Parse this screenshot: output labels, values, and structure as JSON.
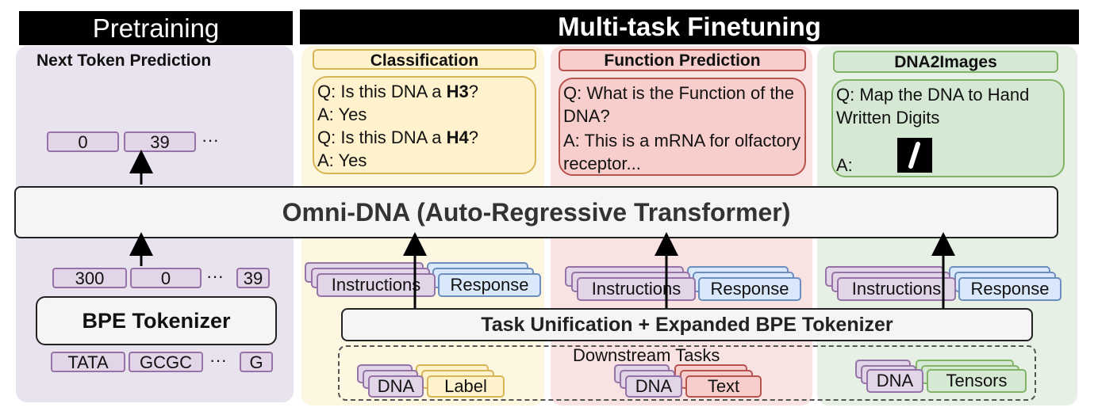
{
  "headers": {
    "pretraining": "Pretraining",
    "finetuning": "Multi-task Finetuning"
  },
  "pretraining": {
    "objective": "Next Token Prediction",
    "output_tokens": [
      "0",
      "39"
    ],
    "output_ellipsis": "···",
    "input_tokens": [
      "300",
      "0",
      "39"
    ],
    "input_ellipsis": "···",
    "tokenizer": "BPE Tokenizer",
    "dna_tokens": [
      "TATA",
      "GCGC",
      "G"
    ],
    "dna_ellipsis": "···"
  },
  "model": {
    "label": "Omni-DNA (Auto-Regressive Transformer)"
  },
  "tasks": {
    "classification": {
      "title": "Classification",
      "q1_prefix": "Q: Is this DNA a ",
      "q1_bold": "H3",
      "q1_suffix": "?",
      "a1": "A: Yes",
      "q2_prefix": "Q: Is this DNA a ",
      "q2_bold": "H4",
      "q2_suffix": "?",
      "a2": "A: Yes"
    },
    "function": {
      "title": "Function Prediction",
      "q": "Q: What is the Function of the DNA?",
      "a": "A: This is a  mRNA for olfactory receptor..."
    },
    "dna2images": {
      "title": "DNA2Images",
      "q": "Q: Map the DNA to Hand Written Digits",
      "a": "A:",
      "image": "handwritten-digit-1"
    }
  },
  "inputs": {
    "instructions": "Instructions",
    "response": "Response"
  },
  "unifier": {
    "label": "Task Unification + Expanded BPE Tokenizer"
  },
  "downstream": {
    "title": "Downstream Tasks",
    "dna": "DNA",
    "classification_target": "Label",
    "function_target": "Text",
    "image_target": "Tensors"
  },
  "colors": {
    "purple_fill": "#e1d5e7",
    "purple_panel": "#e9e3ef",
    "yellow_fill": "#fff2cc",
    "yellow_panel": "#fdf6e0",
    "red_fill": "#f8cecc",
    "red_panel": "#f9e3e2",
    "green_fill": "#d5e8d4",
    "green_panel": "#e6f0e4",
    "blue_fill": "#dae8fc"
  }
}
